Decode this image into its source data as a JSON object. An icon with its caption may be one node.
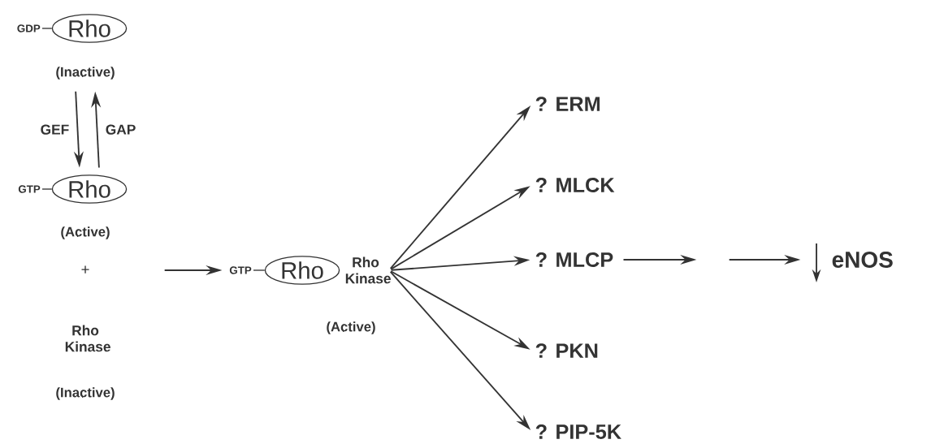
{
  "diagram": {
    "nodes": [
      {
        "text": [
          "Rho"
        ],
        "beside": [
          "GDP",
          "(Inactive)"
        ]
      },
      {
        "text": [
          "Rho"
        ],
        "beside": [
          "GTP",
          "(Active)"
        ]
      },
      {
        "text": [
          "Rho Kinase"
        ],
        "beside": [
          "(Inactive)"
        ]
      },
      {
        "text": [
          "Rho"
        ],
        "beside": [
          "GTP"
        ]
      },
      {
        "text": [
          "Rho Kinase"
        ],
        "beside": [
          "(Active)"
        ]
      },
      {
        "text": [
          "? ERM"
        ]
      },
      {
        "text": [
          "? MLCK"
        ]
      },
      {
        "text": [
          "? MLCP"
        ]
      },
      {
        "text": [
          "? PKN"
        ]
      },
      {
        "text": [
          "? PIP-5K"
        ]
      },
      {
        "text": [
          "eNOS"
        ]
      }
    ],
    "edges": [
      {
        "from": 0,
        "to": 1,
        "arrow": "to",
        "label": "GEF"
      },
      {
        "from": 1,
        "to": 0,
        "arrow": "to",
        "label": "GAP"
      },
      {
        "from": null,
        "to": 3,
        "arrow": "to"
      },
      {
        "from": 4,
        "to": 5,
        "arrow": "to"
      },
      {
        "from": 4,
        "to": 6,
        "arrow": "to"
      },
      {
        "from": 4,
        "to": 7,
        "arrow": "to"
      },
      {
        "from": 4,
        "to": 8,
        "arrow": "to"
      },
      {
        "from": 4,
        "to": 9,
        "arrow": "to"
      },
      {
        "from": 7,
        "to": null,
        "arrow": "to"
      },
      {
        "from": null,
        "to": 10,
        "arrow": "to"
      }
    ],
    "labels": [
      "+"
    ]
  }
}
